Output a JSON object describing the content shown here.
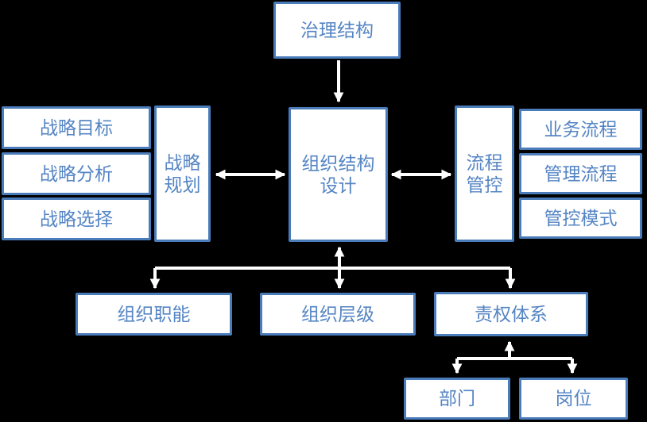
{
  "diagram": {
    "colors": {
      "background": "#000000",
      "box_border": "#4a7cba",
      "box_fill": "#ffffff",
      "box_text": "#5585c4",
      "arrow": "#ffffff"
    },
    "nodes": {
      "governance": "治理结构",
      "org_design": "组织结构\n设计",
      "strategy_group": "战略\n规划",
      "strategy_items": [
        "战略目标",
        "战略分析",
        "战略选择"
      ],
      "process_group": "流程\n管控",
      "process_items": [
        "业务流程",
        "管理流程",
        "管控模式"
      ],
      "bottom_items": [
        "组织职能",
        "组织层级",
        "责权体系"
      ],
      "duty_children": [
        "部门",
        "岗位"
      ]
    }
  }
}
